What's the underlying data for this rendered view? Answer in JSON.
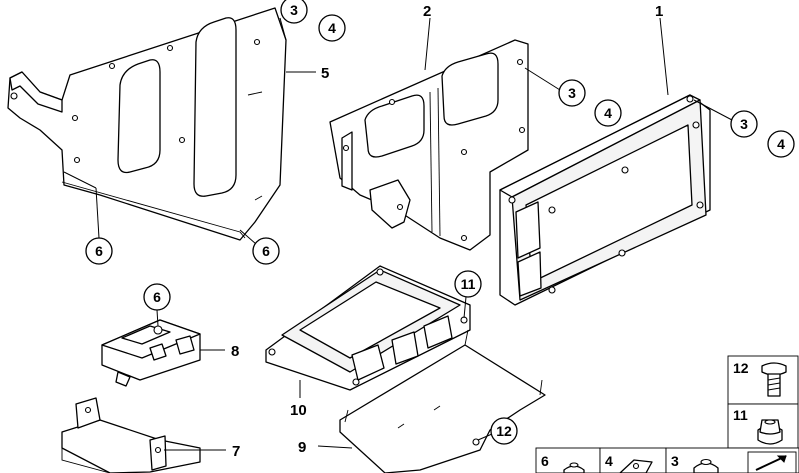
{
  "diagram": {
    "callouts": {
      "top_left_3": "3",
      "top_left_4": "4",
      "mid_3": "3",
      "mid_4": "4",
      "right_3": "3",
      "right_4": "4",
      "bracket_left_6a": "6",
      "bracket_left_6b": "6",
      "sensor_6": "6",
      "module_11": "11",
      "plate_12": "12"
    },
    "labels": {
      "part_1": "1",
      "part_2": "2",
      "part_5": "5",
      "part_7": "7",
      "part_8": "8",
      "part_9": "9",
      "part_10": "10"
    },
    "legend": {
      "nut_12": "12",
      "nut_11": "11",
      "bottom_6": "6",
      "bottom_4": "4",
      "bottom_3": "3"
    }
  }
}
